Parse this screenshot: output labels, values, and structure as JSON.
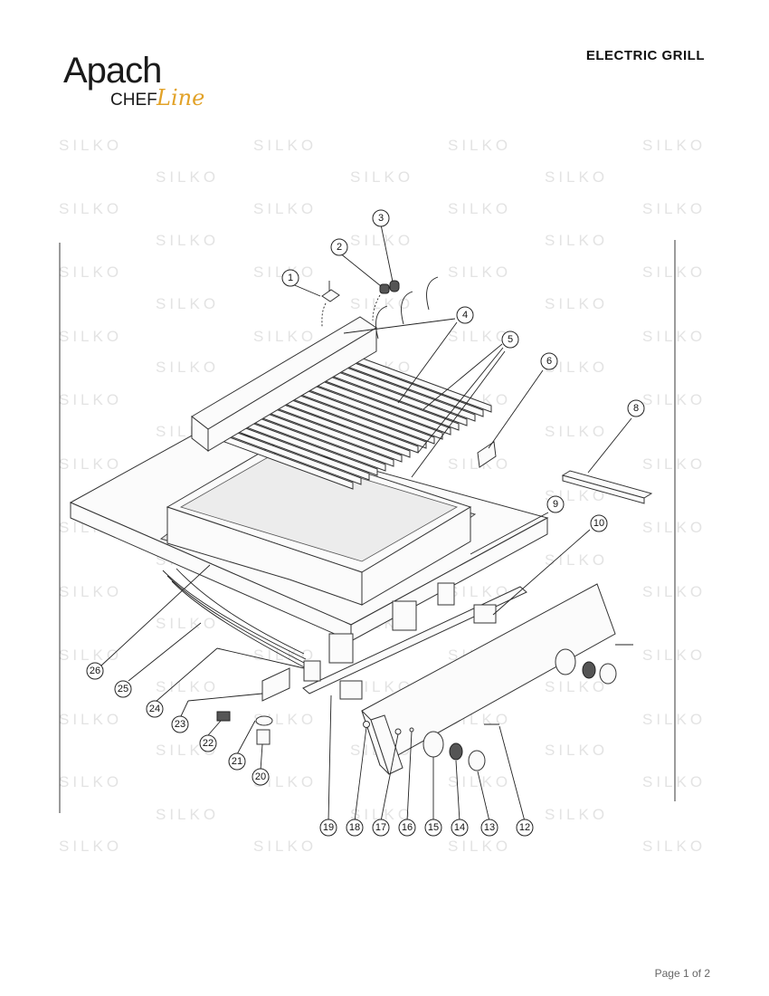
{
  "brand": {
    "name": "Apach",
    "chef": "CHEF",
    "line": "Line"
  },
  "title": "ELECTRIC GRILL",
  "watermark": "SILKO",
  "callouts": [
    "1",
    "2",
    "3",
    "4",
    "5",
    "6",
    "8",
    "9",
    "10",
    "12",
    "13",
    "14",
    "15",
    "16",
    "17",
    "18",
    "19",
    "20",
    "21",
    "22",
    "23",
    "24",
    "25",
    "26"
  ],
  "footer": "Page 1 of 2"
}
